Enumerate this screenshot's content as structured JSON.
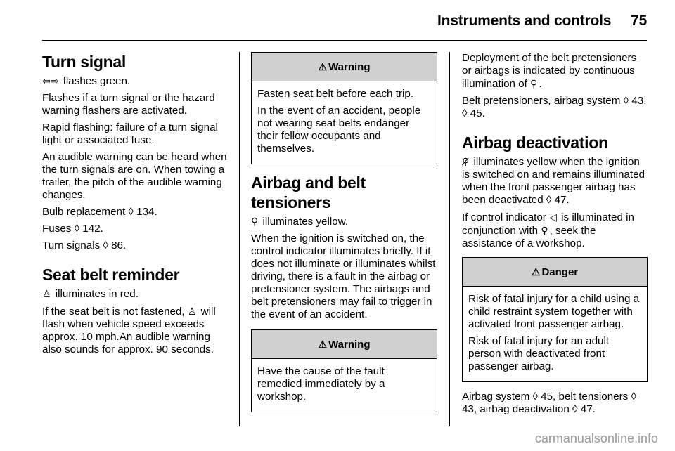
{
  "header": {
    "title": "Instruments and controls",
    "page": "75"
  },
  "col1": {
    "turn_heading": "Turn signal",
    "turn_icon": "⇦⇨",
    "turn_p1": "flashes green.",
    "turn_p2": "Flashes if a turn signal or the hazard warning flashers are activated.",
    "turn_p3": "Rapid flashing: failure of a turn signal light or associated fuse.",
    "turn_p4": "An audible warning can be heard when the turn signals are on. When towing a trailer, the pitch of the audible warning changes.",
    "turn_p5": "Bulb replacement ◊ 134.",
    "turn_p6": "Fuses ◊ 142.",
    "turn_p7": "Turn signals ◊ 86.",
    "seat_heading": "Seat belt reminder",
    "seat_icon": "♙",
    "seat_p1": "illuminates in red.",
    "seat_p2a": "If the seat belt is not fastened,",
    "seat_p2b": "will flash when vehicle speed exceeds approx. 10 mph.An audible warning also sounds for approx. 90 seconds."
  },
  "col2": {
    "warn1_title": "Warning",
    "warn1_p1": "Fasten seat belt before each trip.",
    "warn1_p2": "In the event of an accident, people not wearing seat belts endanger their fellow occupants and themselves.",
    "airbag_heading": "Airbag and belt tensioners",
    "airbag_icon": "⚲",
    "airbag_p1": "illuminates yellow.",
    "airbag_p2": "When the ignition is switched on, the control indicator illuminates briefly. If it does not illuminate or illuminates whilst driving, there is a fault in the airbag or pretensioner system. The airbags and belt pretensioners may fail to trigger in the event of an accident.",
    "warn2_title": "Warning",
    "warn2_p1": "Have the cause of the fault remedied immediately by a workshop."
  },
  "col3": {
    "p1a": "Deployment of the belt pretensioners or airbags is indicated by continuous illumination of",
    "p1b": ".",
    "p2": "Belt pretensioners, airbag system ◊ 43, ◊ 45.",
    "deact_heading": "Airbag deactivation",
    "deact_icon": "⚲̸",
    "deact_p1": "illuminates yellow when the ignition is switched on and remains illuminated when the front passenger airbag has been deactivated ◊ 47.",
    "p3a": "If control indicator",
    "p3_icon": "◁",
    "p3b": "is illuminated in conjunction with",
    "p3c": ", seek the assistance of a workshop.",
    "danger_title": "Danger",
    "danger_p1": "Risk of fatal injury for a child using a child restraint system together with activated front passenger airbag.",
    "danger_p2": "Risk of fatal injury for an adult person with deactivated front passenger airbag.",
    "p4": "Airbag system ◊ 45, belt tensioners ◊ 43, airbag deactivation ◊ 47."
  },
  "watermark": "carmanualsonline.info"
}
